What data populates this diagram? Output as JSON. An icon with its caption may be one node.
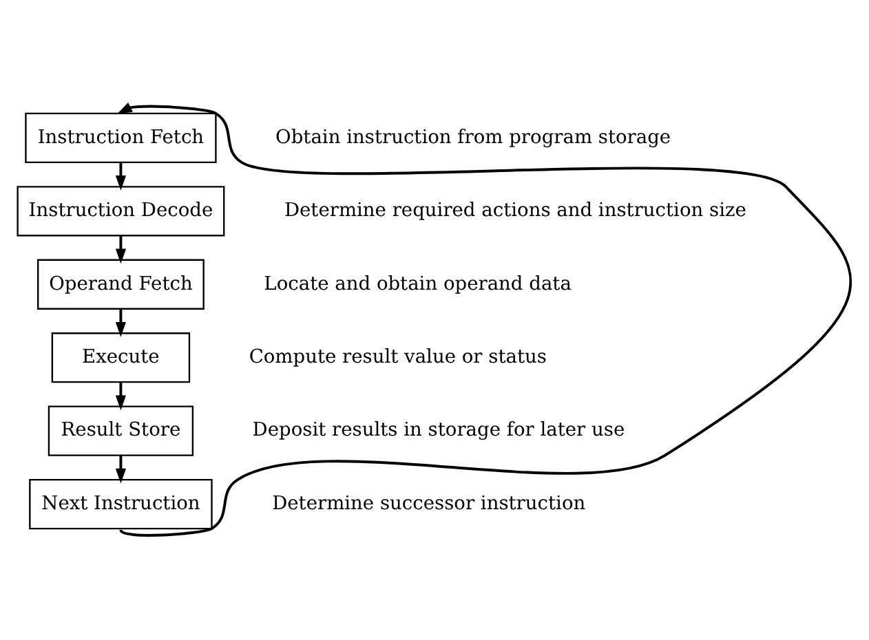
{
  "diagram": {
    "nodes": [
      {
        "text": [
          "Instruction Fetch"
        ],
        "beside": [
          "Obtain instruction from program storage"
        ]
      },
      {
        "text": [
          "Instruction Decode"
        ],
        "beside": [
          "Determine required actions and instruction size"
        ]
      },
      {
        "text": [
          "Operand Fetch"
        ],
        "beside": [
          "Locate and obtain operand data"
        ]
      },
      {
        "text": [
          "Execute"
        ],
        "beside": [
          "Compute result value or status"
        ]
      },
      {
        "text": [
          "Result Store"
        ],
        "beside": [
          "Deposit results in storage for later use"
        ]
      },
      {
        "text": [
          "Next Instruction"
        ],
        "beside": [
          "Determine successor instruction"
        ]
      }
    ],
    "edges": [
      {
        "from": 0,
        "to": 1,
        "arrow": "to"
      },
      {
        "from": 1,
        "to": 2,
        "arrow": "to"
      },
      {
        "from": 2,
        "to": 3,
        "arrow": "to"
      },
      {
        "from": 3,
        "to": 4,
        "arrow": "to"
      },
      {
        "from": 4,
        "to": 5,
        "arrow": "to"
      },
      {
        "from": 5,
        "to": 0,
        "arrow": "to"
      }
    ]
  }
}
